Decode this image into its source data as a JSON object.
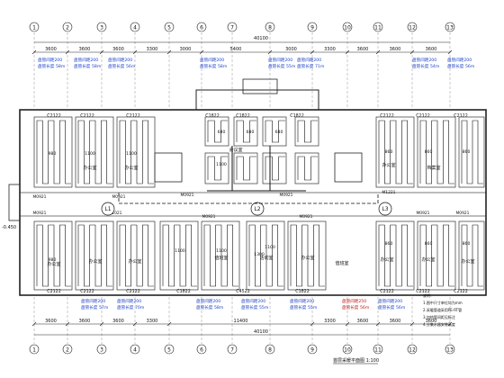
{
  "axes_top": [
    "1",
    "2",
    "3",
    "4",
    "5",
    "6",
    "7",
    "8",
    "9",
    "10",
    "11",
    "12",
    "13"
  ],
  "axes_bottom": [
    "1",
    "2",
    "3",
    "4",
    "5",
    "6",
    "7",
    "8",
    "9",
    "10",
    "11",
    "12",
    "13"
  ],
  "dims_top_overall": "40100",
  "dims_top": [
    "3600",
    "3600",
    "3600",
    "3300",
    "3000",
    "5400",
    "3000",
    "3300",
    "3600",
    "3600",
    "3600"
  ],
  "dims_bottom_overall": "40100",
  "dims_bottom": [
    "3600",
    "3600",
    "3600",
    "3300",
    "11400",
    "3300",
    "3600",
    "3600",
    "3600"
  ],
  "level_left": "-0.450",
  "loop_tags_top": [
    {
      "l1": "盘管间距200",
      "l2": "盘管长度",
      "v2": "58m",
      "cls": "blue"
    },
    {
      "l1": "盘管间距200",
      "l2": "盘管长度",
      "v2": "58m",
      "cls": "blue"
    },
    {
      "l1": "盘管间距200",
      "l2": "盘管长度",
      "v2": "56m",
      "cls": "blue"
    },
    {
      "l1": "盘管间距200",
      "l2": "盘管长度",
      "v2": "58m",
      "cls": "blue"
    },
    {
      "l1": "盘管间距200",
      "l2": "盘管长度",
      "v2": "55m",
      "cls": "blue"
    },
    {
      "l1": "盘管间距200",
      "l2": "盘管长度",
      "v2": "71m",
      "cls": "blue"
    },
    {
      "l1": "盘管间距200",
      "l2": "盘管长度",
      "v2": "54m",
      "cls": "blue"
    },
    {
      "l1": "盘管间距200",
      "l2": "盘管长度",
      "v2": "56m",
      "cls": "blue"
    }
  ],
  "loop_tags_bottom": [
    {
      "l1": "盘管间距200",
      "l2": "盘管长度",
      "v2": "57m",
      "cls": "blue"
    },
    {
      "l1": "盘管间距200",
      "l2": "盘管长度",
      "v2": "70m",
      "cls": "blue"
    },
    {
      "l1": "盘管间距200",
      "l2": "盘管长度",
      "v2": "58m",
      "cls": "blue"
    },
    {
      "l1": "盘管间距200",
      "l2": "盘管长度",
      "v2": "55m",
      "cls": "blue"
    },
    {
      "l1": "盘管间距200",
      "l2": "盘管长度",
      "v2": "55m",
      "cls": "blue"
    },
    {
      "l1": "盘管间距250",
      "l2": "盘管长度",
      "v2": "56m",
      "cls": "red"
    },
    {
      "l1": "盘管间距200",
      "l2": "盘管长度",
      "v2": "56m",
      "cls": "blue"
    }
  ],
  "windows_top": [
    "C2122",
    "C2122",
    "C2122",
    "C1822",
    "C1822",
    "C1822",
    "C2122",
    "C2122",
    "C2122"
  ],
  "windows_bottom": [
    "C2122",
    "C2122",
    "C2122",
    "C1822",
    "C4522",
    "C1822",
    "C2122",
    "C2122",
    "C2122"
  ],
  "rooms": [
    "办公室",
    "办公室",
    "办公室",
    "办公室",
    "办公室",
    "办公室",
    "会议室",
    "档案室",
    "活动室",
    "值班室",
    "办公室",
    "办公室",
    "办公室",
    "办公室",
    "值班室"
  ],
  "room_dims": [
    "980",
    "1100",
    "1100",
    "680",
    "680",
    "680",
    "1100",
    "1100",
    "1100",
    "980",
    "860",
    "860",
    "860",
    "1100",
    "1300",
    "860",
    "860",
    "860"
  ],
  "doors": [
    "M0921",
    "M0921",
    "M0921",
    "M1021",
    "M0921",
    "M0921",
    "M0921",
    "M0921",
    "M1221",
    "M0921",
    "M0921"
  ],
  "manifolds": [
    "L1",
    "L2",
    "L3"
  ],
  "scale_note": "首层采暖平面图 1:100",
  "notes": [
    "说明：",
    "1.图中尺寸单位均为mm",
    "2.采暖管道采用PE-RT管",
    "3.加热管间距见标注",
    "4.分集水器安装高度"
  ]
}
